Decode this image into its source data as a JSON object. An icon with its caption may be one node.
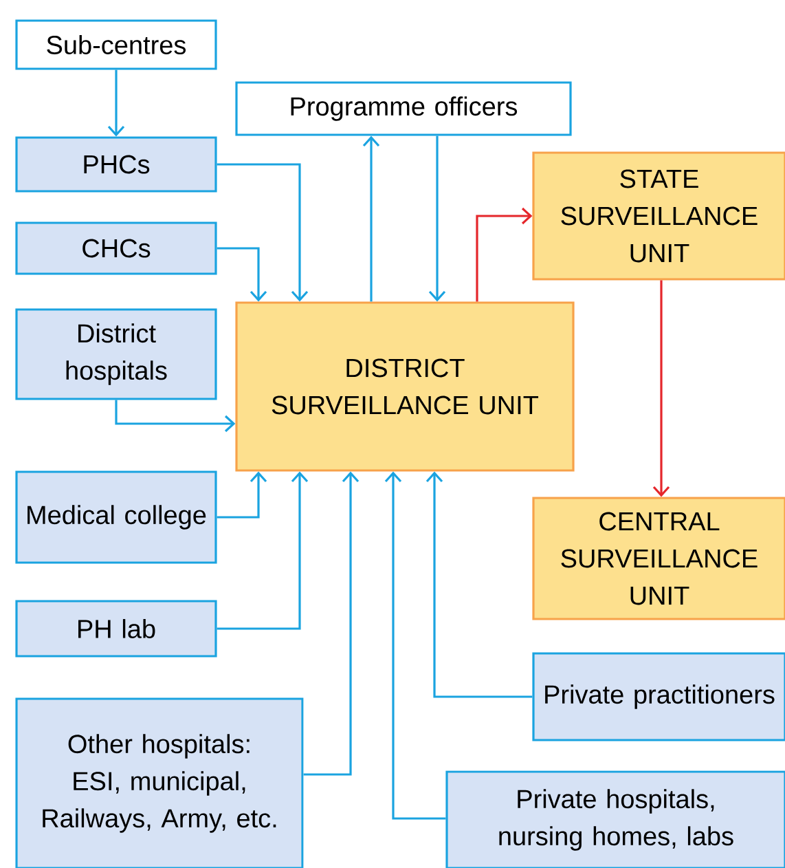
{
  "diagram": {
    "nodes": [
      {
        "text": [
          "Sub-centres"
        ]
      },
      {
        "text": [
          "PHCs"
        ]
      },
      {
        "text": [
          "CHCs"
        ]
      },
      {
        "text": [
          "District hospitals"
        ]
      },
      {
        "text": [
          "Medical college"
        ]
      },
      {
        "text": [
          "PH lab"
        ]
      },
      {
        "text": [
          "Other hospitals: ESI, municipal, Railways, Army, etc."
        ]
      },
      {
        "text": [
          "Programme officers"
        ]
      },
      {
        "text": [
          "DISTRICT SURVEILLANCE UNIT"
        ]
      },
      {
        "text": [
          "STATE SURVEILLANCE UNIT"
        ]
      },
      {
        "text": [
          "CENTRAL SURVEILLANCE UNIT"
        ]
      },
      {
        "text": [
          "Private practitioners"
        ]
      },
      {
        "text": [
          "Private hospitals, nursing homes, labs"
        ]
      }
    ],
    "edges": [
      {
        "from": 0,
        "to": 1,
        "arrow": "to"
      },
      {
        "from": 1,
        "to": 8,
        "arrow": "to"
      },
      {
        "from": 2,
        "to": 8,
        "arrow": "to"
      },
      {
        "from": 3,
        "to": 8,
        "arrow": "to"
      },
      {
        "from": 4,
        "to": 8,
        "arrow": "to"
      },
      {
        "from": 5,
        "to": 8,
        "arrow": "to"
      },
      {
        "from": 6,
        "to": 8,
        "arrow": "to"
      },
      {
        "from": 12,
        "to": 8,
        "arrow": "to"
      },
      {
        "from": 11,
        "to": 8,
        "arrow": "to"
      },
      {
        "from": 8,
        "to": 7,
        "arrow": "to"
      },
      {
        "from": 7,
        "to": 8,
        "arrow": "to"
      },
      {
        "from": 8,
        "to": 9,
        "arrow": "to",
        "color": "#e5262b"
      },
      {
        "from": 9,
        "to": 10,
        "arrow": "to",
        "color": "#e5262b"
      }
    ]
  }
}
